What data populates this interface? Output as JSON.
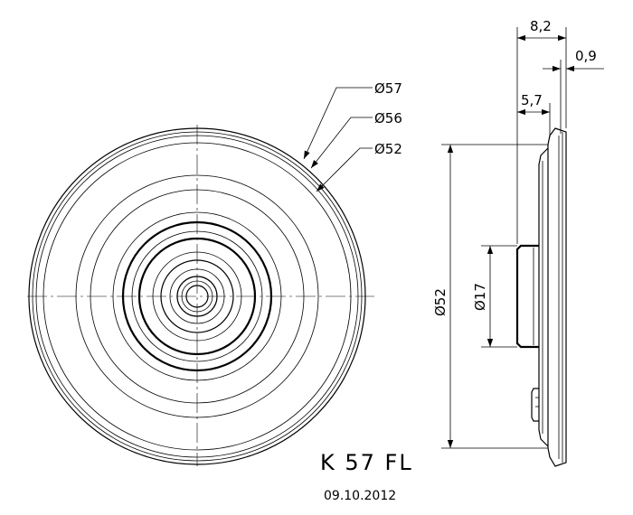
{
  "drawing": {
    "model": "K 57 FL",
    "date": "09.10.2012",
    "front_view_labels": {
      "outer_diameter": "Ø57",
      "middle_diameter": "Ø56",
      "inner_diameter": "Ø52"
    },
    "side_view_labels": {
      "total_depth": "8,2",
      "flange_thickness": "0,9",
      "magnet_depth": "5,7",
      "height_diameter": "Ø52",
      "magnet_diameter": "Ø17"
    }
  }
}
